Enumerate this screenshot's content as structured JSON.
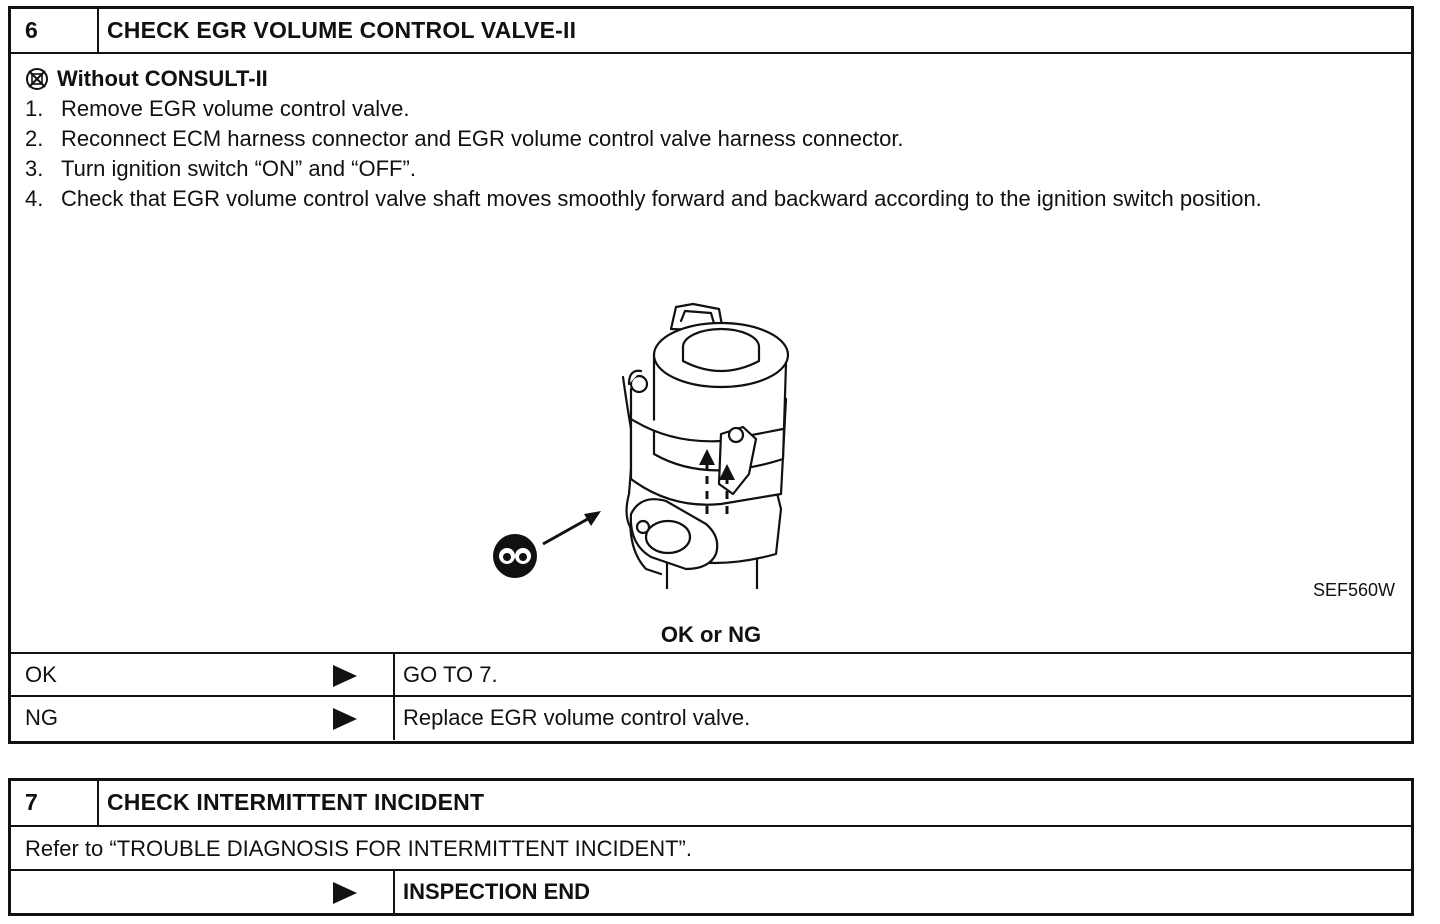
{
  "step6": {
    "number": "6",
    "title": "CHECK EGR VOLUME CONTROL VALVE-II",
    "subhead": "Without CONSULT-II",
    "steps": [
      {
        "n": "1.",
        "text": "Remove EGR volume control valve."
      },
      {
        "n": "2.",
        "text": "Reconnect ECM harness connector and EGR volume control valve harness connector."
      },
      {
        "n": "3.",
        "text": "Turn ignition switch “ON” and “OFF”."
      },
      {
        "n": "4.",
        "text": "Check that EGR volume control valve shaft moves smoothly forward and backward according to the ignition switch position."
      }
    ],
    "figure_code": "SEF560W",
    "question": "OK or NG",
    "results": [
      {
        "label": "OK",
        "action": "GO TO 7."
      },
      {
        "label": "NG",
        "action": "Replace EGR volume control valve."
      }
    ]
  },
  "step7": {
    "number": "7",
    "title": "CHECK INTERMITTENT INCIDENT",
    "body": "Refer to “TROUBLE DIAGNOSIS FOR INTERMITTENT INCIDENT”.",
    "result_action": "INSPECTION END"
  },
  "icons": {
    "no_consult": "no-consult-icon",
    "view_direction": "view-direction-icon",
    "result_arrow": "triangle-right-icon"
  }
}
